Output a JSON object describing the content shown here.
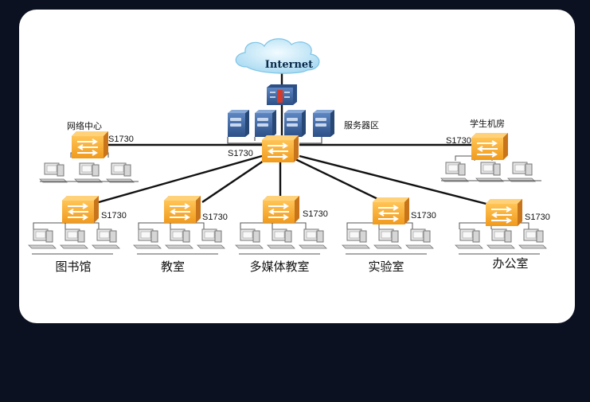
{
  "diagram": {
    "internet_label": "Internet",
    "server_area_label": "服务器区",
    "core_model": "S1730",
    "top_left": {
      "name": "网络中心",
      "model": "S1730"
    },
    "top_right": {
      "name": "学生机房",
      "model": "S1730"
    },
    "areas": [
      {
        "name": "图书馆",
        "model": "S1730"
      },
      {
        "name": "教室",
        "model": "S1730"
      },
      {
        "name": "多媒体教室",
        "model": "S1730"
      },
      {
        "name": "实验室",
        "model": "S1730"
      },
      {
        "name": "办公室",
        "model": "S1730"
      }
    ],
    "colors": {
      "switch": "#f5a623",
      "switch_dark": "#d9821a",
      "server": "#3d6aa8",
      "cloud": "#bfe6f7",
      "link": "#111111"
    }
  }
}
